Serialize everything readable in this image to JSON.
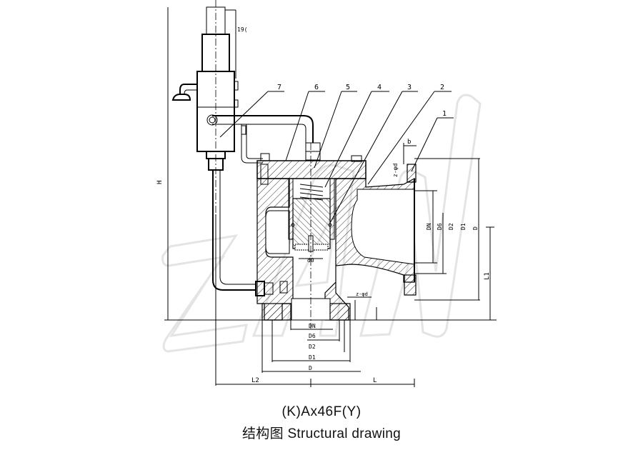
{
  "caption": {
    "model": "(K)Ax46F(Y)",
    "title": "结构图 Structural drawing"
  },
  "part_callouts": [
    "7",
    "6",
    "5",
    "4",
    "3",
    "2",
    "1"
  ],
  "dimension_labels": {
    "top_height": "19(",
    "overall_height": "H",
    "side_b": "b",
    "side_bolts": "z-φd",
    "bottom_bolts": "z-φd",
    "seat": "d0",
    "side_dn": "DN",
    "side_d6": "D6",
    "side_d2": "D2",
    "side_d1": "D1",
    "side_d": "D",
    "side_l1": "L1",
    "bottom_dn": "DN",
    "bottom_d6": "D6",
    "bottom_d2": "D2",
    "bottom_d1": "D1",
    "bottom_d": "D",
    "length_l2": "L2",
    "length_l": "L"
  },
  "watermark": {
    "text": "ZAN",
    "color": "#e4e4e4"
  }
}
